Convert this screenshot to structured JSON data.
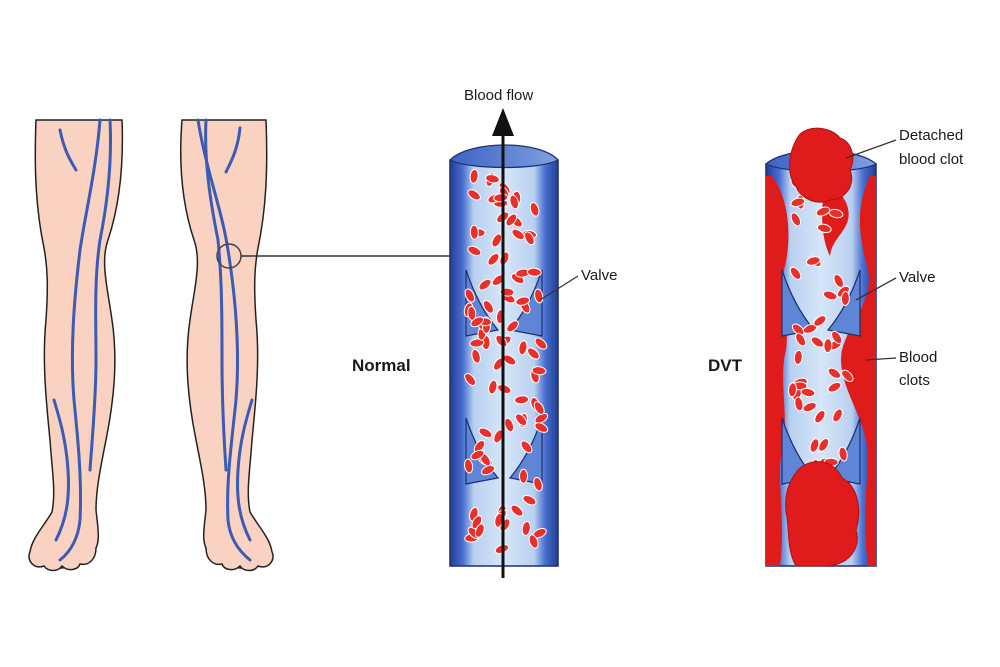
{
  "labels": {
    "blood_flow": "Blood flow",
    "normal": "Normal",
    "dvt": "DVT",
    "valve_normal": "Valve",
    "valve_dvt": "Valve",
    "detached_line1": "Detached",
    "detached_line2": "blood clot",
    "clots_line1": "Blood",
    "clots_line2": "clots"
  },
  "colors": {
    "skin": "#f9d2c1",
    "vein": "#3b5bb5",
    "vein_inner": "#a9c6ec",
    "vein_dark": "#2a4aa0",
    "blood_cell": "#e8302a",
    "clot": "#e01b1b",
    "outline": "#222222"
  },
  "icons": [
    "legs-illustration",
    "normal-vein",
    "dvt-vein",
    "flow-arrow"
  ]
}
